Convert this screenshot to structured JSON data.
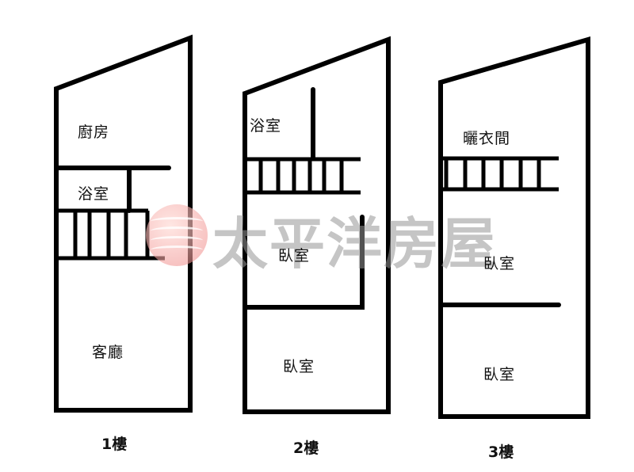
{
  "watermark": {
    "text": "太平洋房屋",
    "logo": "pacific-wave-logo",
    "logo_color": "#e87878"
  },
  "floors": [
    {
      "label": "1樓",
      "rooms": [
        "廚房",
        "浴室",
        "客廳"
      ]
    },
    {
      "label": "2樓",
      "rooms": [
        "浴室",
        "臥室",
        "臥室"
      ]
    },
    {
      "label": "3樓",
      "rooms": [
        "曬衣間",
        "臥室",
        "臥室"
      ]
    }
  ]
}
